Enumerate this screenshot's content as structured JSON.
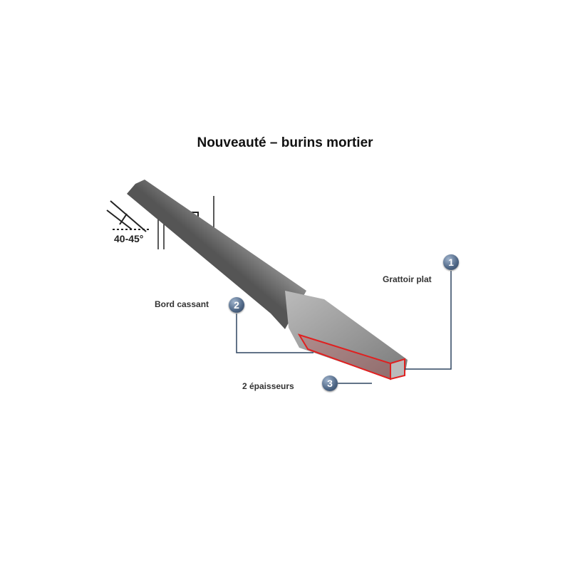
{
  "title": "Nouveauté – burins mortier",
  "angle_label": "40-45°",
  "callouts": [
    {
      "number": "1",
      "label": "Grattoir plat"
    },
    {
      "number": "2",
      "label": "Bord cassant"
    },
    {
      "number": "3",
      "label": "2 épaisseurs"
    }
  ],
  "colors": {
    "highlight": "#e02020",
    "callout": "#2f4560"
  }
}
